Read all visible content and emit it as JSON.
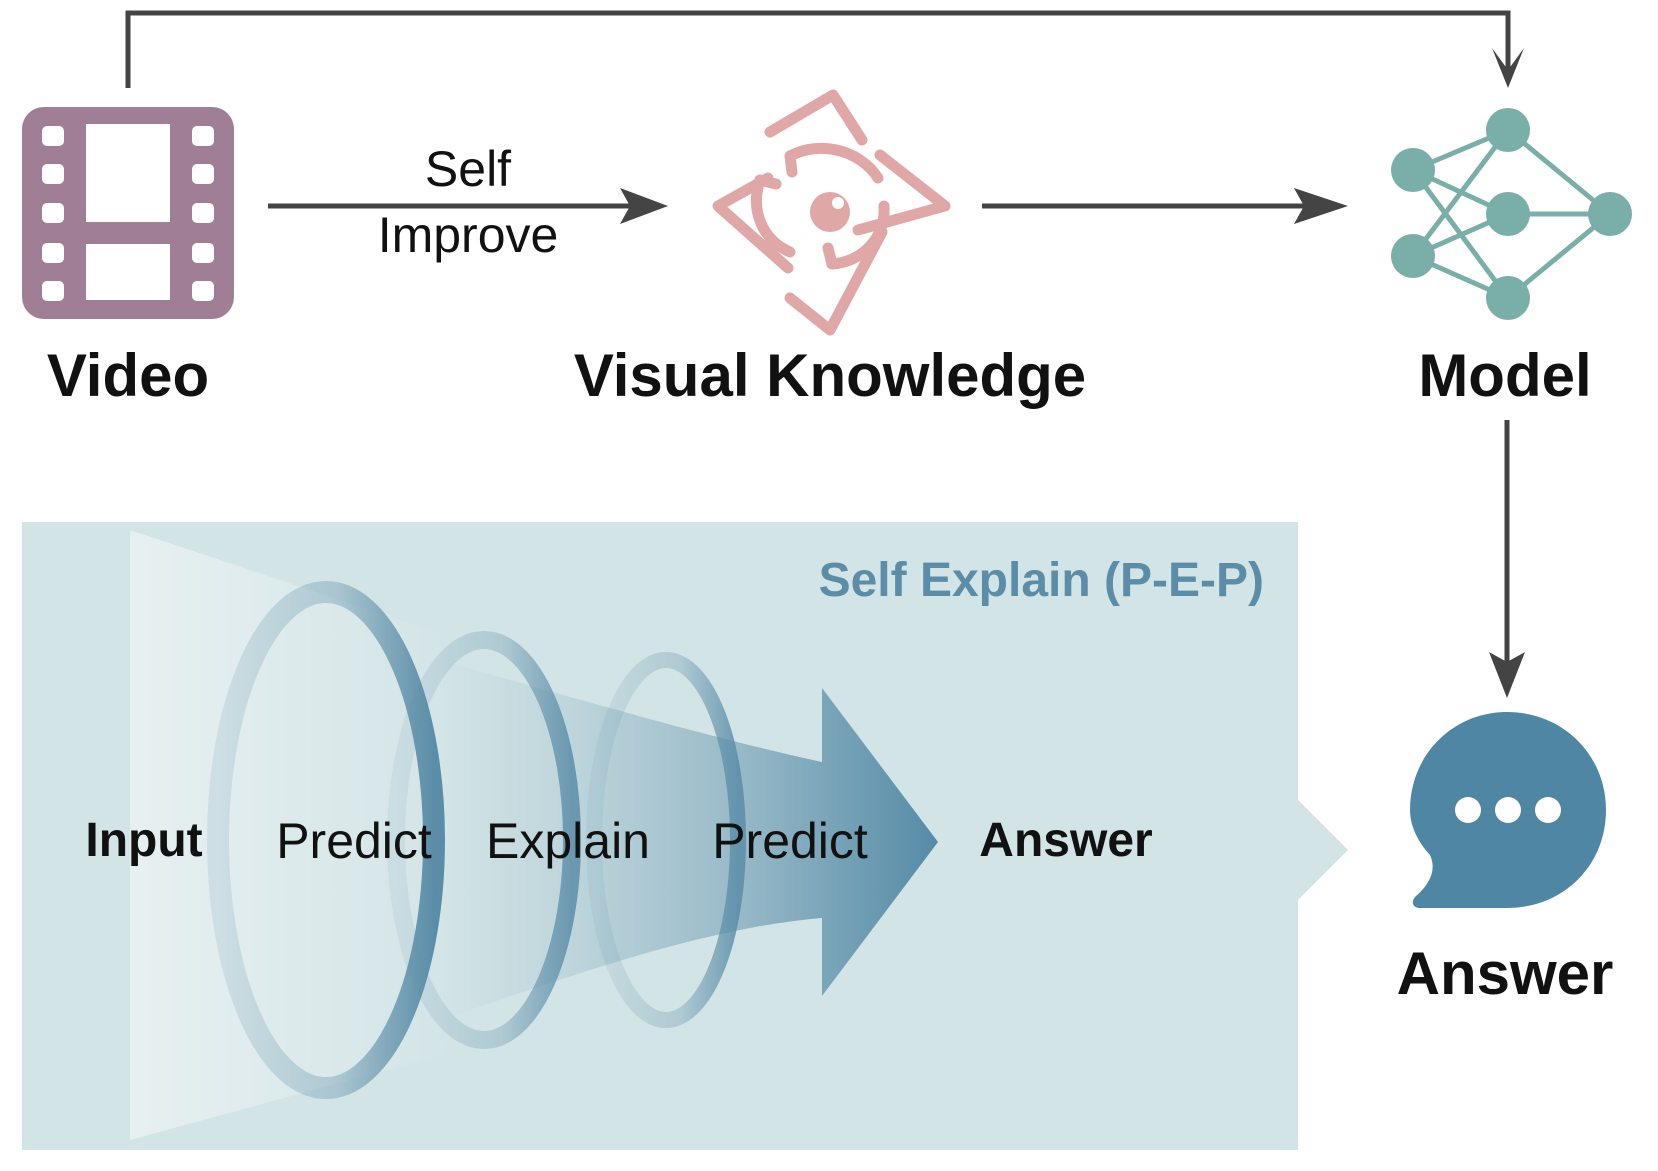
{
  "nodes": {
    "video": {
      "label": "Video"
    },
    "visual_knowledge": {
      "label": "Visual Knowledge"
    },
    "model": {
      "label": "Model"
    },
    "answer": {
      "label": "Answer"
    }
  },
  "edges": {
    "self_improve": {
      "line1": "Self",
      "line2": "Improve"
    }
  },
  "panel": {
    "title": "Self Explain (P-E-P)",
    "steps": {
      "input": "Input",
      "predict_1": "Predict",
      "explain": "Explain",
      "predict_2": "Predict",
      "answer": "Answer"
    }
  },
  "colors": {
    "video_icon": "#a07e95",
    "knowledge_icon": "#e0a7a7",
    "model_icon": "#79aea9",
    "answer_icon": "#4f86a3",
    "panel_bg": "#d3e4e6",
    "panel_title": "#5b8da8",
    "arrow": "#444444"
  },
  "icons": {
    "video": "film-strip-icon",
    "visual_knowledge": "eye-diamond-icon",
    "model": "neural-network-icon",
    "answer": "chat-bubble-icon"
  }
}
